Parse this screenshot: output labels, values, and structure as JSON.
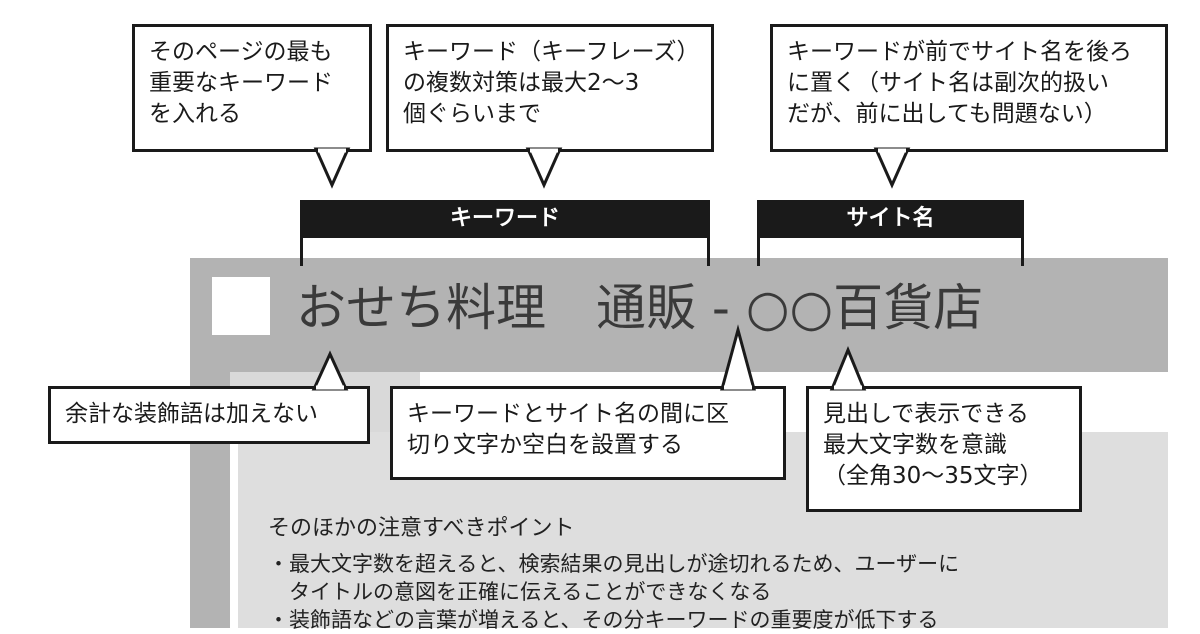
{
  "browser": {
    "title_text": "おせち料理　通販 - ○○百貨店"
  },
  "brackets": {
    "keyword_label": "キーワード",
    "site_name_label": "サイト名"
  },
  "callouts": {
    "top_left": {
      "lines": [
        "そのページの最も",
        "重要なキーワード",
        "を入れる"
      ]
    },
    "top_middle": {
      "lines": [
        "キーワード（キーフレーズ）",
        "の複数対策は最大2〜3",
        "個ぐらいまで"
      ]
    },
    "top_right": {
      "lines": [
        "キーワードが前でサイト名を後ろ",
        "に置く（サイト名は副次的扱い",
        "だが、前に出しても問題ない）"
      ]
    },
    "bottom_left": {
      "lines": [
        "余計な装飾語は加えない"
      ]
    },
    "bottom_middle": {
      "lines": [
        "キーワードとサイト名の間に区",
        "切り文字か空白を設置する"
      ]
    },
    "bottom_right": {
      "lines": [
        "見出しで表示できる",
        "最大文字数を意識",
        "（全角30〜35文字）"
      ]
    }
  },
  "notes": {
    "heading": "そのほかの注意すべきポイント",
    "items": [
      "・最大文字数を超えると、検索結果の見出しが途切れるため、ユーザーに",
      "　タイトルの意図を正確に伝えることができなくなる",
      "・装飾語などの言葉が増えると、その分キーワードの重要度が低下する"
    ]
  }
}
